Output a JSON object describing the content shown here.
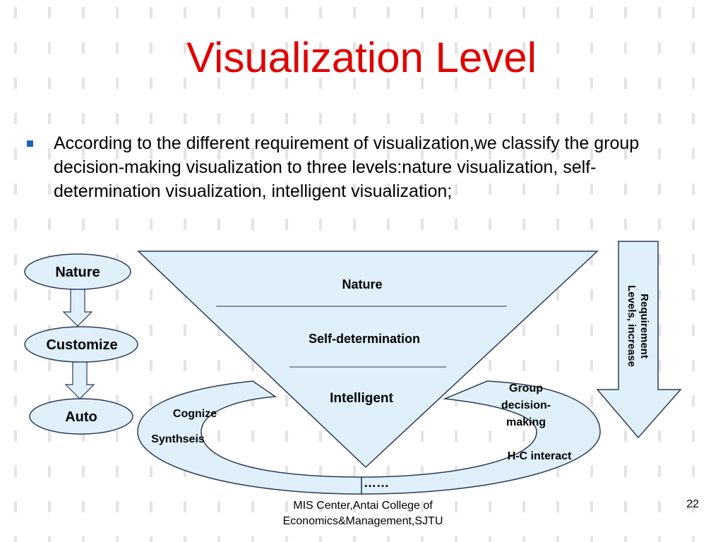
{
  "slide": {
    "title": "Visualization Level",
    "bullet_text": "According to the different requirement of visualization,we classify the group decision-making visualization to three levels:nature visualization, self-determination visualization, intelligent visualization;",
    "footer_line1": "MIS Center,Antai College of",
    "footer_line2": "Economics&Management,SJTU",
    "page_number": "22"
  },
  "left_flow": {
    "items": [
      "Nature",
      "Customize",
      "Auto"
    ]
  },
  "triangle": {
    "levels": [
      "Nature",
      "Self-determination",
      "Intelligent"
    ]
  },
  "cycle": {
    "left_top": "Cognize",
    "left_bottom": "Synthseis",
    "right_top_line1": "Group",
    "right_top_line2": "decision-",
    "right_top_line3": "making",
    "right_bottom": "H-C interact",
    "bottom": "……"
  },
  "requirement_arrow": {
    "line1": "Requirement",
    "line2": "Levels, increase"
  },
  "colors": {
    "title": "#e00000",
    "shape_fill": "#dff0fb",
    "shape_stroke": "#2b3a55",
    "bullet": "#1f5fbf",
    "background_mark": "#e8e8e8"
  }
}
